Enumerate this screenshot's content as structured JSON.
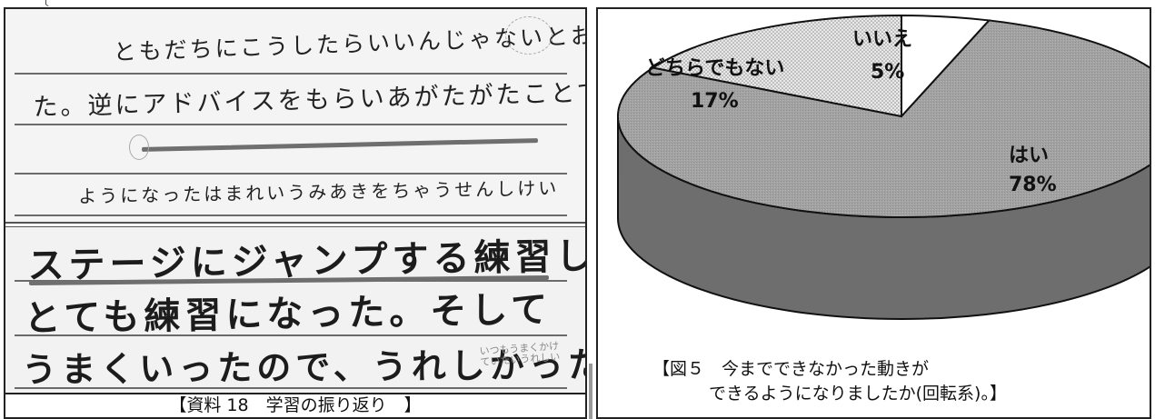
{
  "handwriting": {
    "line1": "ともだちにこうしたらいいんじゃないとおしえてあげ",
    "line2": "た。逆にアドバイスをもらいあがたがたことできる",
    "line3": "ようになったはまれいうみあきをちゃうせんしけい",
    "line4": "ステージにジャンプする練習したことか",
    "line5": "とても練習になった。そして",
    "line6": "うまくいったので、うれしかった。",
    "margin_note": "いつもうまくかけていたいうれしい"
  },
  "left_caption": "【資料 18　学習の振り返り　】",
  "chart_data": {
    "type": "pie",
    "style": "3d",
    "slices": [
      {
        "label": "はい",
        "value": 78,
        "value_text": "78%",
        "color": "#9d9d9d"
      },
      {
        "label": "いいえ",
        "value": 5,
        "value_text": "5%",
        "color": "#ffffff"
      },
      {
        "label": "どちらでもない",
        "value": 17,
        "value_text": "17%",
        "color": "#d9d9d9"
      }
    ]
  },
  "right_caption": {
    "line1": "【図５　今までできなかった動きが",
    "line2": "できるようになりましたか(回転系)。】"
  }
}
